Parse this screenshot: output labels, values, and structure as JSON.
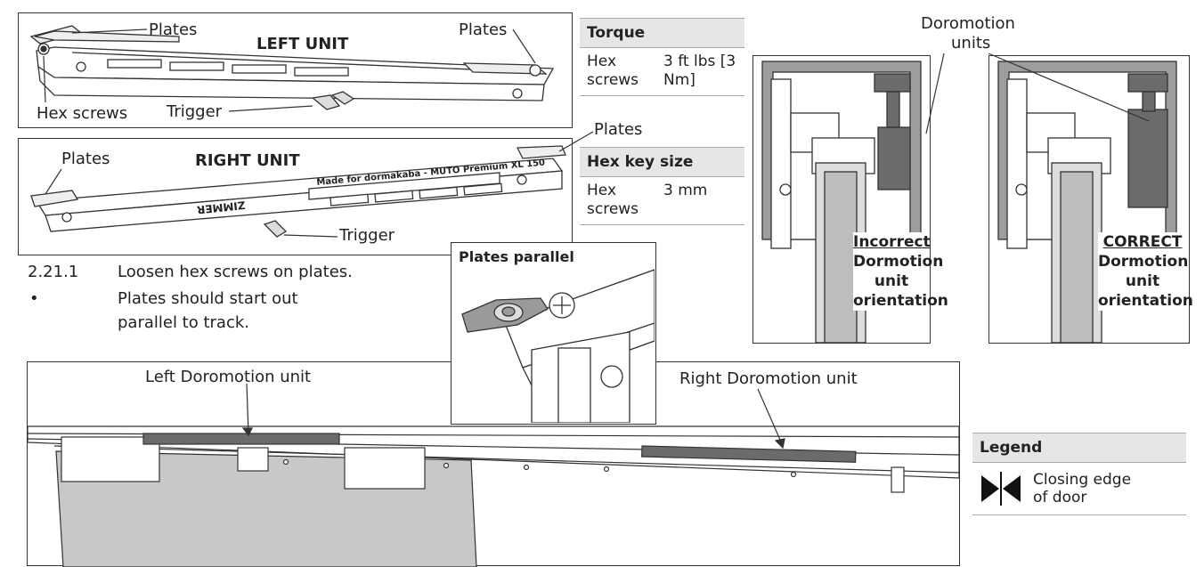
{
  "left_unit": {
    "title": "LEFT UNIT",
    "plates_left": "Plates",
    "plates_right": "Plates",
    "hex_screws": "Hex screws",
    "trigger": "Trigger"
  },
  "right_unit": {
    "title": "RIGHT UNIT",
    "plates_left": "Plates",
    "plates_right": "Plates",
    "trigger": "Trigger",
    "stamp_text": "Made for dormakaba - MUTO Premium XL 150",
    "brand": "ZIMMER"
  },
  "torque_table": {
    "header": "Torque",
    "rows": [
      {
        "label": "Hex screws",
        "value": "3 ft lbs [3 Nm]"
      }
    ]
  },
  "hexkey_table": {
    "header": "Hex key size",
    "rows": [
      {
        "label": "Hex screws",
        "value": "3 mm"
      }
    ]
  },
  "step": {
    "number": "2.21.1",
    "text": "Loosen hex screws on plates.",
    "bullet": "•",
    "note_line1": "Plates should start out",
    "note_line2": "parallel to track."
  },
  "plates_parallel": {
    "title": "Plates parallel"
  },
  "dormotion_callout": {
    "line1": "Doromotion",
    "line2": "units"
  },
  "incorrect_panel": {
    "l1": "Incorrect",
    "l2": "Dormotion",
    "l3": "unit",
    "l4": "orientation"
  },
  "correct_panel": {
    "l1": "CORRECT",
    "l2": "Dormotion",
    "l3": "unit",
    "l4": "orientation"
  },
  "track": {
    "left_label": "Left Doromotion unit",
    "right_label": "Right Doromotion unit"
  },
  "legend": {
    "header": "Legend",
    "item_text_line1": "Closing edge",
    "item_text_line2": "of door",
    "item_icon": "closing-edge-symbol"
  },
  "colors": {
    "header_bg": "#e6e6e6",
    "line": "#333333",
    "part_gray": "#6b6b6b",
    "door_gray": "#c8c8c8"
  }
}
